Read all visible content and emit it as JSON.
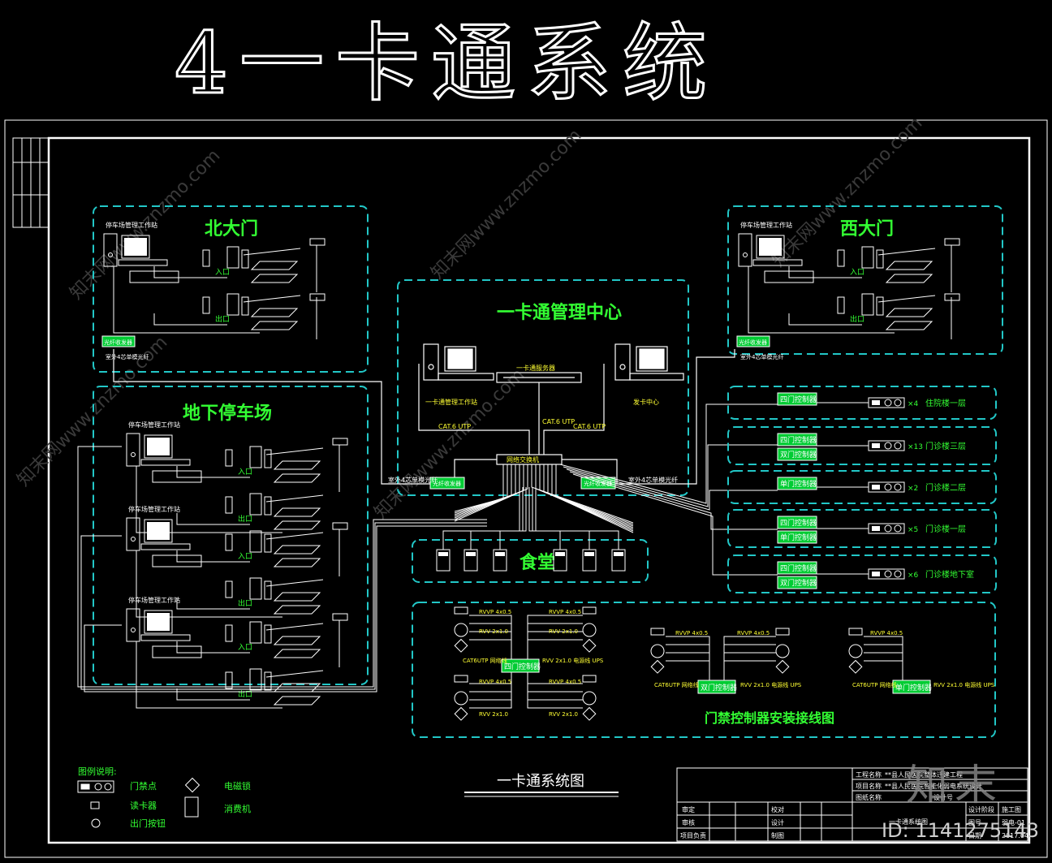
{
  "title": "4一卡通系统",
  "watermark": {
    "text": "知末网www.znzmo.com",
    "brand": "知末",
    "id_label": "ID: 1141275143"
  },
  "colors": {
    "background": "#000000",
    "line": "#ffffff",
    "region_border": "#22c7c7",
    "label_green": "#33ff33",
    "label_yellow": "#ffff33",
    "box_fill": "#00cc33"
  },
  "regions": {
    "north_gate": "北大门",
    "west_gate": "西大门",
    "center": "一卡通管理中心",
    "parking": "地下停车场",
    "canteen": "食堂",
    "wiring": "门禁控制器安装接线图"
  },
  "gate_station": {
    "workstation": "停车场管理工作站",
    "entry": "入口",
    "exit": "出口",
    "converter": "光纤收发器",
    "fiber_note": "室外4芯单模光纤"
  },
  "center": {
    "workstation": "一卡通管理工作站",
    "server": "一卡通服务器",
    "issuing": "发卡中心",
    "switch": "网络交换机",
    "cable_left": "CAT.6 UTP",
    "cable_mid": "CAT.6 UTP",
    "cable_right": "CAT.6 UTP",
    "converter_left": "光纤收发器",
    "converter_right": "光纤收发器",
    "fiber_left": "室外4芯单模光纤",
    "fiber_right": "室外4芯单模光纤"
  },
  "access_rows": [
    {
      "controllers": [
        "四门控制器"
      ],
      "count": "×4",
      "location": "住院楼一层"
    },
    {
      "controllers": [
        "四门控制器",
        "双门控制器"
      ],
      "count": "×13",
      "location": "门诊楼三层"
    },
    {
      "controllers": [
        "单门控制器"
      ],
      "count": "×2",
      "location": "门诊楼二层"
    },
    {
      "controllers": [
        "四门控制器",
        "单门控制器"
      ],
      "count": "×5",
      "location": "门诊楼一层"
    },
    {
      "controllers": [
        "四门控制器",
        "双门控制器"
      ],
      "count": "×6",
      "location": "门诊楼地下室"
    }
  ],
  "wiring": {
    "four_door": "四门控制器",
    "double_door": "双门控制器",
    "single_door": "单门控制器",
    "cable_a": "RVVP 4x0.5",
    "cable_b": "RVV 2x1.0",
    "cable_c": "RVV 2x1.0 电源线 UPS",
    "cable_net": "CAT6UTP 网络线"
  },
  "legend": {
    "heading": "图例说明:",
    "items": [
      "门禁点",
      "电磁锁",
      "读卡器",
      "消费机",
      "出门按钮"
    ]
  },
  "drawing_caption": "一卡通系统图",
  "title_block": {
    "project_label": "工程名称",
    "project_value": "**县人民医院整体迁建工程",
    "item_label": "项目名称",
    "item_value": "**县人民医院智能化弱电系统设计",
    "drawing_label": "图纸名称",
    "drawing_value": "一卡通系统图",
    "design": "设计",
    "check": "校对",
    "approve": "审定",
    "review": "审核",
    "project_lead": "项目负责",
    "draw": "制图",
    "design_no": "设计号",
    "stage_label": "设计阶段",
    "stage_value": "施工图",
    "drawing_no_label": "图号",
    "drawing_no_value": "弱电-01",
    "date_label": "日期",
    "date_value": "2017.04"
  }
}
